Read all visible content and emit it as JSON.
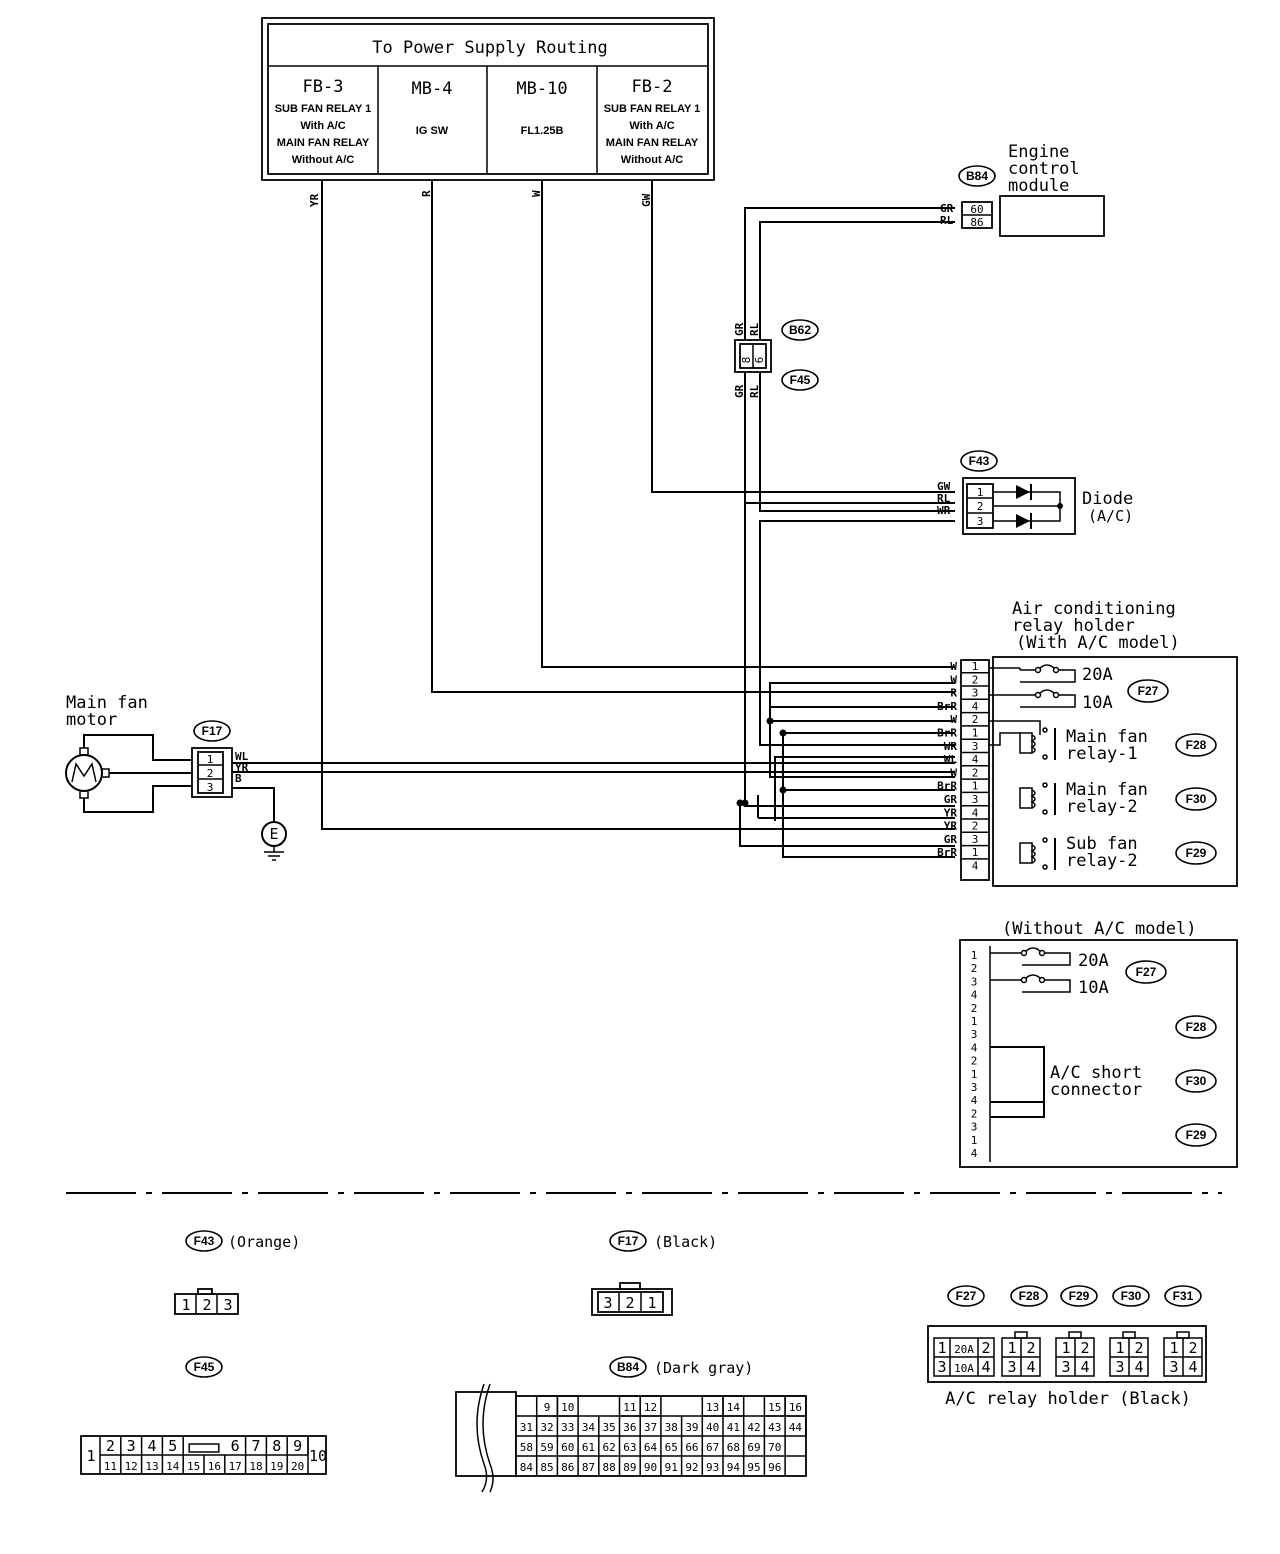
{
  "power_box": {
    "title": "To Power Supply Routing",
    "cols": [
      {
        "id": "FB-3",
        "lines": [
          "SUB FAN RELAY 1",
          "With A/C",
          "MAIN FAN RELAY",
          "Without A/C"
        ]
      },
      {
        "id": "MB-4",
        "lines": [
          "IG SW"
        ]
      },
      {
        "id": "MB-10",
        "lines": [
          "FL1.25B"
        ]
      },
      {
        "id": "FB-2",
        "lines": [
          "SUB FAN RELAY 1",
          "With A/C",
          "MAIN FAN RELAY",
          "Without A/C"
        ]
      }
    ]
  },
  "wires": {
    "yr": "YR",
    "r": "R",
    "w": "W",
    "gw": "GW"
  },
  "ecm": {
    "label_lines": [
      "Engine",
      "control",
      "module"
    ],
    "connector": "B84",
    "pins": [
      {
        "wire": "GR",
        "pin": "60"
      },
      {
        "wire": "RL",
        "pin": "86"
      }
    ]
  },
  "b62": {
    "connector": "B62",
    "connector2": "F45",
    "top_wires": [
      "GR",
      "RL"
    ],
    "bottom_wires": [
      "GR",
      "RL"
    ],
    "pins": [
      "8",
      "6"
    ]
  },
  "diode": {
    "connector": "F43",
    "label_lines": [
      "Diode",
      "(A/C)"
    ],
    "wires": [
      "GW",
      "RL",
      "WR"
    ],
    "pins": [
      "1",
      "2",
      "3"
    ]
  },
  "relay_holder_ac": {
    "label_lines": [
      "Air conditioning",
      "relay holder",
      "(With A/C model)"
    ],
    "fuses": [
      "20A",
      "10A"
    ],
    "fuse_connector": "F27",
    "relays": [
      {
        "lines": [
          "Main fan",
          "relay-1"
        ],
        "connector": "F28"
      },
      {
        "lines": [
          "Main fan",
          "relay-2"
        ],
        "connector": "F30"
      },
      {
        "lines": [
          "Sub fan",
          "relay-2"
        ],
        "connector": "F29"
      }
    ],
    "rows": [
      {
        "wire": "W",
        "pin": "1"
      },
      {
        "wire": "W",
        "pin": "2"
      },
      {
        "wire": "R",
        "pin": "3"
      },
      {
        "wire": "BrR",
        "pin": "4"
      },
      {
        "wire": "W",
        "pin": "2"
      },
      {
        "wire": "BrR",
        "pin": "1"
      },
      {
        "wire": "WR",
        "pin": "3"
      },
      {
        "wire": "WL",
        "pin": "4"
      },
      {
        "wire": "W",
        "pin": "2"
      },
      {
        "wire": "BrR",
        "pin": "1"
      },
      {
        "wire": "GR",
        "pin": "3"
      },
      {
        "wire": "YR",
        "pin": "4"
      },
      {
        "wire": "YR",
        "pin": "2"
      },
      {
        "wire": "GR",
        "pin": "3"
      },
      {
        "wire": "BrR",
        "pin": "1"
      },
      {
        "wire": "",
        "pin": "4"
      }
    ]
  },
  "relay_holder_noac": {
    "title": "(Without A/C model)",
    "fuses": [
      "20A",
      "10A"
    ],
    "fuse_connector": "F27",
    "connectors": [
      "F28",
      "F30",
      "F29"
    ],
    "short_lines": [
      "A/C short",
      "connector"
    ],
    "pins": [
      "1",
      "2",
      "3",
      "4",
      "2",
      "1",
      "3",
      "4",
      "2",
      "1",
      "3",
      "4",
      "2",
      "3",
      "1",
      "4"
    ]
  },
  "motor": {
    "label_lines": [
      "Main fan",
      "motor"
    ],
    "connector": "F17",
    "wires": [
      "WL",
      "YR",
      "B"
    ],
    "pins": [
      "1",
      "2",
      "3"
    ],
    "ground": "E"
  },
  "legend": {
    "f43": {
      "id": "F43",
      "color": "(Orange)",
      "pins": [
        "1",
        "2",
        "3"
      ]
    },
    "f17": {
      "id": "F17",
      "color": "(Black)",
      "pins": [
        "3",
        "2",
        "1"
      ]
    },
    "f45": {
      "id": "F45",
      "top": [
        "2",
        "3",
        "4",
        "5",
        "6",
        "7",
        "8",
        "9"
      ],
      "bottom": [
        "11",
        "12",
        "13",
        "14",
        "15",
        "16",
        "17",
        "18",
        "19",
        "20"
      ],
      "left": "1",
      "right": "10"
    },
    "b84": {
      "id": "B84",
      "color": "(Dark gray)",
      "row1": [
        "9",
        "10",
        "11",
        "12",
        "13",
        "14",
        "15",
        "16"
      ],
      "row2": [
        "31",
        "32",
        "33",
        "34",
        "35",
        "36",
        "37",
        "38",
        "39",
        "40",
        "41",
        "42",
        "43",
        "44"
      ],
      "row3": [
        "58",
        "59",
        "60",
        "61",
        "62",
        "63",
        "64",
        "65",
        "66",
        "67",
        "68",
        "69",
        "70"
      ],
      "row4": [
        "84",
        "85",
        "86",
        "87",
        "88",
        "89",
        "90",
        "91",
        "92",
        "93",
        "94",
        "95",
        "96"
      ]
    },
    "relay_holder": {
      "ids": [
        "F27",
        "F28",
        "F29",
        "F30",
        "F31"
      ],
      "caption": "A/C relay holder (Black)",
      "f27_cells": [
        "1",
        "20A",
        "2",
        "3",
        "10A",
        "4"
      ],
      "cells": [
        "1",
        "2",
        "3",
        "4"
      ]
    }
  }
}
